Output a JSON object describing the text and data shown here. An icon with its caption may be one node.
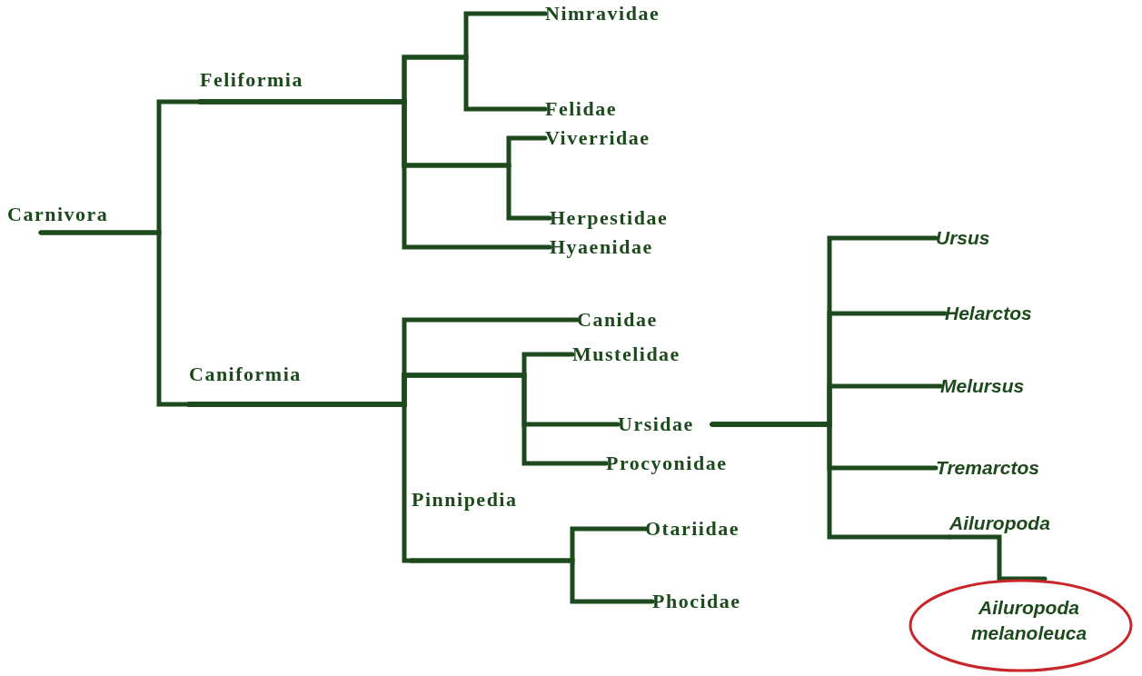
{
  "diagram": {
    "nodes": [
      {
        "text": [
          "Carnivora"
        ]
      },
      {
        "text": [
          "Feliformia"
        ]
      },
      {
        "text": [
          "Nimravidae"
        ]
      },
      {
        "text": [
          "Felidae"
        ]
      },
      {
        "text": [
          "Viverridae"
        ]
      },
      {
        "text": [
          "Herpestidae"
        ]
      },
      {
        "text": [
          "Hyaenidae"
        ]
      },
      {
        "text": [
          "Ursus"
        ]
      },
      {
        "text": [
          "Helarctos"
        ]
      },
      {
        "text": [
          "Canidae"
        ]
      },
      {
        "text": [
          "Mustelidae"
        ]
      },
      {
        "text": [
          "Caniformia"
        ]
      },
      {
        "text": [
          "Melursus"
        ]
      },
      {
        "text": [
          "Ursidae"
        ]
      },
      {
        "text": [
          "Procyonidae"
        ]
      },
      {
        "text": [
          "Tremarctos"
        ]
      },
      {
        "text": [
          "Pinnipedia"
        ]
      },
      {
        "text": [
          "Ailuropoda"
        ]
      },
      {
        "text": [
          "Otariidae"
        ]
      },
      {
        "text": [
          "Phocidae"
        ]
      },
      {
        "text": [
          "Ailuropoda melanoleuca"
        ]
      }
    ],
    "edges": [
      {
        "from": 0,
        "to": 1,
        "arrow": "none"
      },
      {
        "from": 0,
        "to": 11,
        "arrow": "none"
      },
      {
        "from": 1,
        "to": 2,
        "arrow": "none"
      },
      {
        "from": 1,
        "to": 3,
        "arrow": "none"
      },
      {
        "from": 1,
        "to": 4,
        "arrow": "none"
      },
      {
        "from": 1,
        "to": 5,
        "arrow": "none"
      },
      {
        "from": 1,
        "to": 6,
        "arrow": "none"
      },
      {
        "from": 11,
        "to": 9,
        "arrow": "none"
      },
      {
        "from": 11,
        "to": 10,
        "arrow": "none"
      },
      {
        "from": 11,
        "to": 13,
        "arrow": "none"
      },
      {
        "from": 11,
        "to": 14,
        "arrow": "none"
      },
      {
        "from": 11,
        "to": 16,
        "arrow": "none"
      },
      {
        "from": 16,
        "to": 18,
        "arrow": "none"
      },
      {
        "from": 16,
        "to": 19,
        "arrow": "none"
      },
      {
        "from": 13,
        "to": 7,
        "arrow": "none"
      },
      {
        "from": 13,
        "to": 8,
        "arrow": "none"
      },
      {
        "from": 13,
        "to": 12,
        "arrow": "none"
      },
      {
        "from": 13,
        "to": 15,
        "arrow": "none"
      },
      {
        "from": 13,
        "to": 17,
        "arrow": "none"
      },
      {
        "from": 17,
        "to": 20,
        "arrow": "none"
      }
    ]
  }
}
